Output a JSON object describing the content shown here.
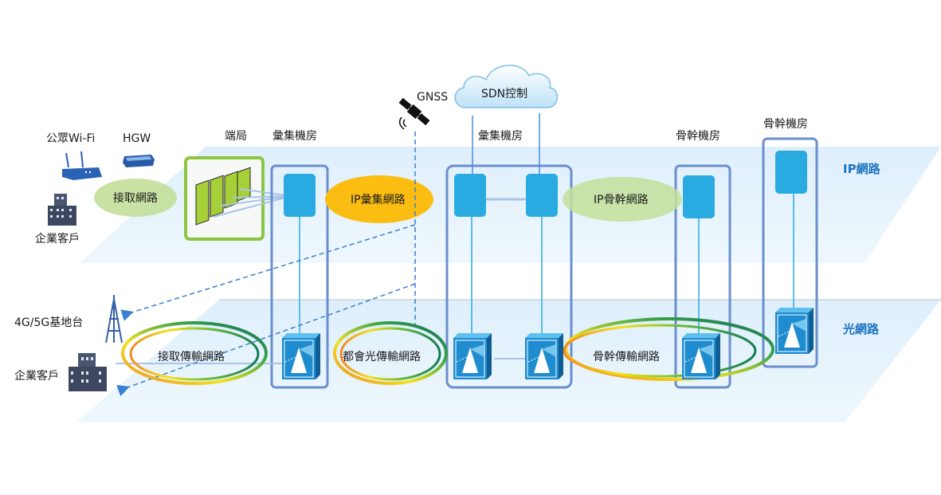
{
  "title": "IP網路與光網路架構圖",
  "planes": {
    "ip": {
      "label": "IP網路",
      "color": "#1f74c2"
    },
    "optical": {
      "label": "光網路",
      "color": "#1f74c2"
    }
  },
  "top_labels": {
    "public_wifi": "公眾Wi-Fi",
    "hgw": "HGW",
    "enterprise_top": "企業客戶",
    "end_office": "端局",
    "aggregation_room_1": "彙集機房",
    "gnss": "GNSS",
    "sdn": "SDN控制",
    "aggregation_room_2": "彙集機房",
    "backbone_room_1": "骨幹機房",
    "backbone_room_2": "骨幹機房"
  },
  "ip_networks": [
    {
      "id": "access",
      "label": "接取網路",
      "color": "#c3df9a"
    },
    {
      "id": "aggregation",
      "label": "IP彙集網路",
      "color": "#fbbd12"
    },
    {
      "id": "backbone",
      "label": "IP骨幹網路",
      "color": "#c3df9a"
    }
  ],
  "optical_networks": [
    {
      "id": "access-transport",
      "label": "接取傳輸網路"
    },
    {
      "id": "metro-optical",
      "label": "都會光傳輸網路"
    },
    {
      "id": "backbone-transport",
      "label": "骨幹傳輸網路"
    }
  ],
  "bottom_labels": {
    "base_station": "4G/5G基地台",
    "enterprise_bottom": "企業客戶"
  },
  "colors": {
    "router": "#29abe2",
    "room_border": "#6b8fcc",
    "end_office_border": "#8cc63f",
    "plane_fill": "#e1f0fa",
    "dashed": "#3a7fd1",
    "ring_orange": "#f08a24",
    "ring_yellow": "#f2e21b",
    "ring_green": "#1a8f4a"
  }
}
